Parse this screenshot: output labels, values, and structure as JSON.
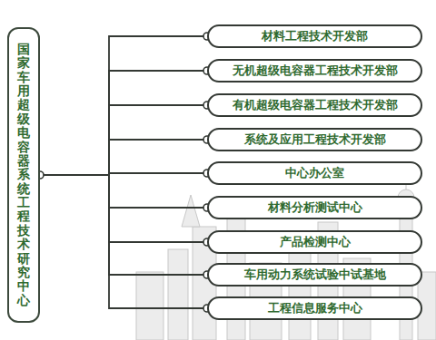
{
  "diagram": {
    "nodes": [
      {
        "text": [
          "国家车用超级电容器系统工程技术研究中心"
        ]
      },
      {
        "text": [
          "材料工程技术开发部"
        ]
      },
      {
        "text": [
          "无机超级电容器工程技术开发部"
        ]
      },
      {
        "text": [
          "有机超级电容器工程技术开发部"
        ]
      },
      {
        "text": [
          "系统及应用工程技术开发部"
        ]
      },
      {
        "text": [
          "中心办公室"
        ]
      },
      {
        "text": [
          "材料分析测试中心"
        ]
      },
      {
        "text": [
          "产品检测中心"
        ]
      },
      {
        "text": [
          "车用动力系统试验中试基地"
        ]
      },
      {
        "text": [
          "工程信息服务中心"
        ]
      }
    ],
    "edges": [
      {
        "from": 0,
        "to": 1,
        "arrow": "none"
      },
      {
        "from": 0,
        "to": 2,
        "arrow": "none"
      },
      {
        "from": 0,
        "to": 3,
        "arrow": "none"
      },
      {
        "from": 0,
        "to": 4,
        "arrow": "none"
      },
      {
        "from": 0,
        "to": 5,
        "arrow": "none"
      },
      {
        "from": 0,
        "to": 6,
        "arrow": "none"
      },
      {
        "from": 0,
        "to": 7,
        "arrow": "none"
      },
      {
        "from": 0,
        "to": 8,
        "arrow": "none"
      },
      {
        "from": 0,
        "to": 9,
        "arrow": "none"
      }
    ]
  }
}
